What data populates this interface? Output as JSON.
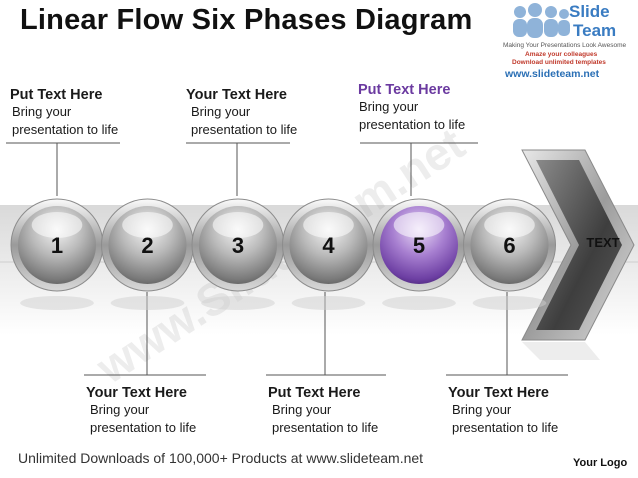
{
  "title": "Linear Flow Six Phases Diagram",
  "top_boxes": [
    {
      "heading": "Put Text Here",
      "line1": "Bring your",
      "line2": "presentation to life"
    },
    {
      "heading": "Your Text Here",
      "line1": "Bring your",
      "line2": "presentation to life"
    },
    {
      "heading": "Put Text Here",
      "line1": "Bring your",
      "line2": "presentation to life"
    }
  ],
  "bottom_boxes": [
    {
      "heading": "Your Text Here",
      "line1": "Bring your",
      "line2": "presentation to life"
    },
    {
      "heading": "Put Text Here",
      "line1": "Bring your",
      "line2": "presentation to life"
    },
    {
      "heading": "Your Text Here",
      "line1": "Bring your",
      "line2": "presentation to life"
    }
  ],
  "phases": [
    "1",
    "2",
    "3",
    "4",
    "5",
    "6"
  ],
  "highlighted_phase": "5",
  "arrow_label": "TEXT",
  "colors": {
    "highlight": "#8e5ec0",
    "heading_highlight": "#6b3aa0",
    "brand_blue": "#2a6fb5"
  },
  "footer": "Unlimited Downloads of 100,000+ Products at www.slideteam.net",
  "logo": "Your Logo",
  "branding": {
    "slide": "Slide",
    "team": "Team",
    "tagline": "Making Your Presentations Look Awesome",
    "promo1": "Amaze your colleagues",
    "promo2": "Download unlimited templates",
    "url": "www.slideteam.net"
  },
  "watermark": "www.SlideTeam.net"
}
